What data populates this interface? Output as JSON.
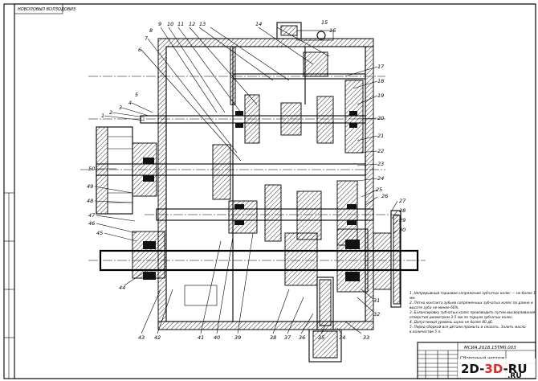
{
  "vertical_stamp": "НОВОЛОВЫЛ ВОЛЗОДОВИЗ",
  "callouts": {
    "top": [
      "9",
      "10",
      "11",
      "12",
      "13",
      "14",
      "15",
      "16"
    ],
    "right": [
      "17",
      "18",
      "19",
      "20",
      "21",
      "22",
      "23",
      "24",
      "25",
      "26",
      "27",
      "28",
      "29",
      "30"
    ],
    "left": [
      "1",
      "2",
      "3",
      "4",
      "5",
      "6",
      "7",
      "8",
      "50",
      "49",
      "48",
      "47",
      "46",
      "45",
      "44"
    ],
    "bottom": [
      "43",
      "42",
      "41",
      "40",
      "39",
      "38",
      "37",
      "36",
      "35",
      "34",
      "33",
      "32",
      "31"
    ]
  },
  "notes": [
    "1. Непрерывный торцовое сопряжение зубчатых колес — не более 1",
    "мм.",
    "2. Пятно контакта зубьев сопряженных зубчатых колес по длине и",
    "высоте зуба не менее 60%.",
    "3. Балансировку зубчатых колес производить путем высверливания",
    "отверстия диаметром 3-5 мм по торцам зубчатых колес.",
    "4. Допустимый уровень шума не более 80 дБ.",
    "5. Перед сборкой все детали промыть и смазать. Залить масло",
    "в количестве 5 л."
  ],
  "title_block": {
    "code": "МСИА.2018.15ТМ0.003",
    "name": "Сборочный чертеж"
  },
  "watermark": {
    "part1": "2D-",
    "part2": "3D",
    "part3": "-RU",
    "domain": ".RU"
  }
}
